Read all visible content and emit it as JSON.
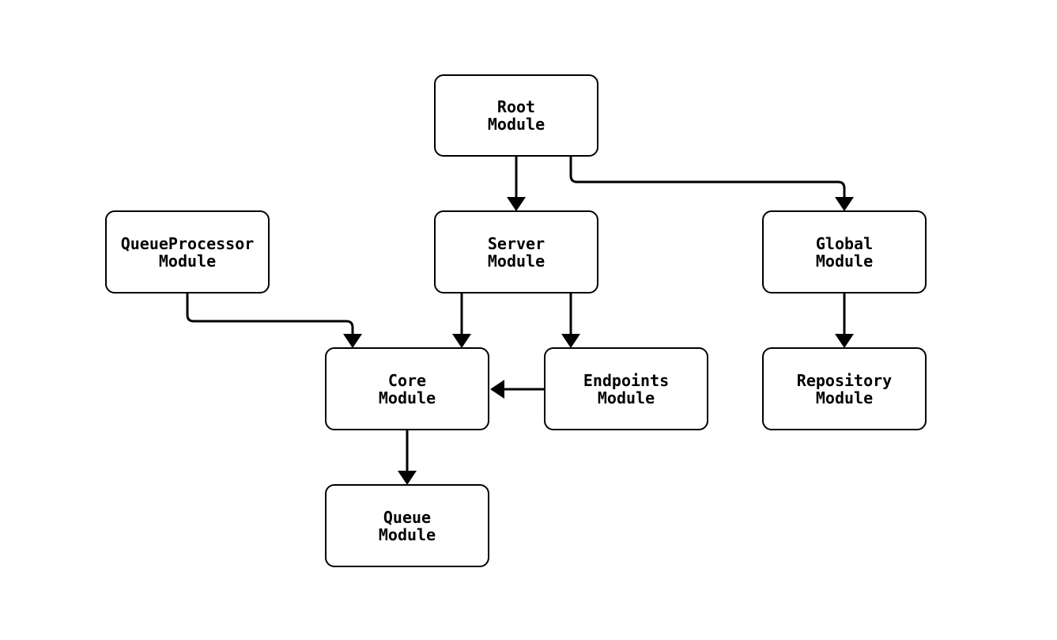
{
  "diagram": {
    "type": "module-dependency-flowchart",
    "background_color": "#ffffff",
    "node_fill_color": "#ffffff",
    "node_border_color": "#000000",
    "edge_color": "#000000",
    "text_color": "#000000",
    "nodes": {
      "root": {
        "label": "Root\nModule"
      },
      "queue_processor": {
        "label": "QueueProcessor\nModule"
      },
      "server": {
        "label": "Server\nModule"
      },
      "global": {
        "label": "Global\nModule"
      },
      "core": {
        "label": "Core\nModule"
      },
      "endpoints": {
        "label": "Endpoints\nModule"
      },
      "repository": {
        "label": "Repository\nModule"
      },
      "queue": {
        "label": "Queue\nModule"
      }
    },
    "edges": [
      {
        "from": "Root Module",
        "to": "Server Module"
      },
      {
        "from": "Root Module",
        "to": "Global Module"
      },
      {
        "from": "QueueProcessor Module",
        "to": "Core Module"
      },
      {
        "from": "Server Module",
        "to": "Core Module"
      },
      {
        "from": "Server Module",
        "to": "Endpoints Module"
      },
      {
        "from": "Endpoints Module",
        "to": "Core Module"
      },
      {
        "from": "Global Module",
        "to": "Repository Module"
      },
      {
        "from": "Core Module",
        "to": "Queue Module"
      }
    ]
  }
}
